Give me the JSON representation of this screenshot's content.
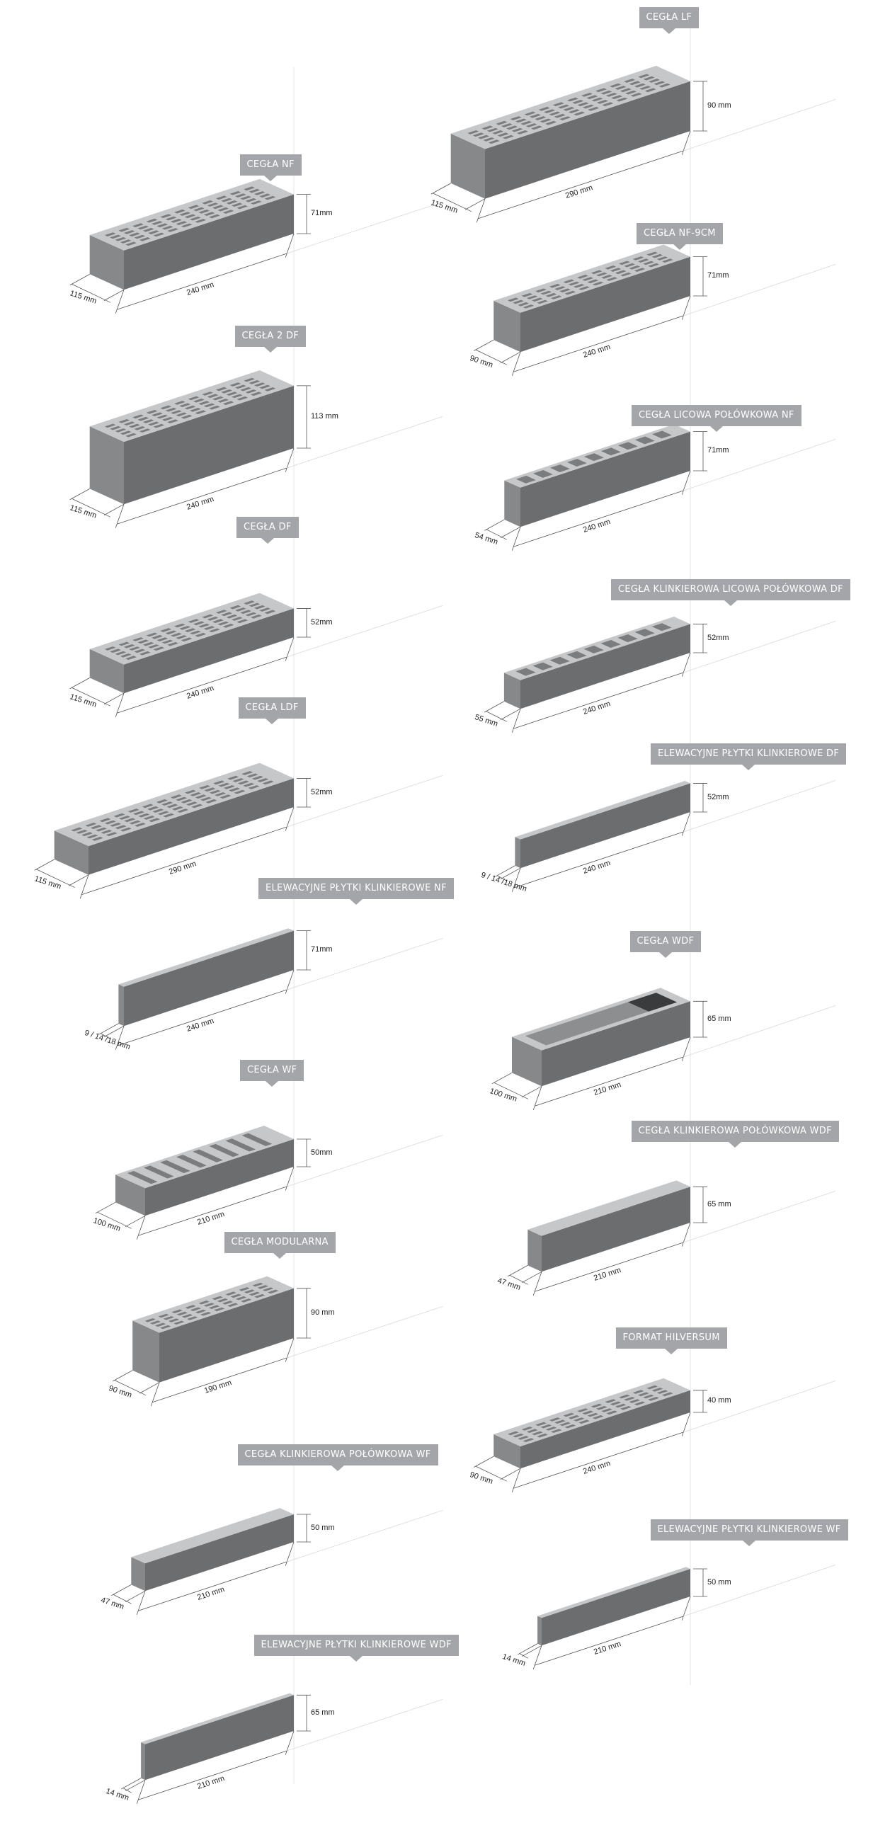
{
  "bricks": [
    {
      "name": "CEGŁA LF",
      "height": "90 mm",
      "width": "115 mm",
      "length": "290 mm",
      "style": "holes"
    },
    {
      "name": "CEGŁA NF",
      "height": "71mm",
      "width": "115 mm",
      "length": "240 mm",
      "style": "holes"
    },
    {
      "name": "CEGŁA NF-9CM",
      "height": "71mm",
      "width": "90 mm",
      "length": "240 mm",
      "style": "holes"
    },
    {
      "name": "CEGŁA 2 DF",
      "height": "113 mm",
      "width": "115 mm",
      "length": "240 mm",
      "style": "holes"
    },
    {
      "name": "CEGŁA LICOWA POŁÓWKOWA NF",
      "height": "71mm",
      "width": "54 mm",
      "length": "240 mm",
      "style": "slots"
    },
    {
      "name": "CEGŁA DF",
      "height": "52mm",
      "width": "115 mm",
      "length": "240 mm",
      "style": "holes"
    },
    {
      "name": "CEGŁA KLINKIEROWA LICOWA POŁÓWKOWA DF",
      "height": "52mm",
      "width": "55 mm",
      "length": "240 mm",
      "style": "slots"
    },
    {
      "name": "CEGŁA LDF",
      "height": "52mm",
      "width": "115 mm",
      "length": "290 mm",
      "style": "holes"
    },
    {
      "name": "ELEWACYJNE PŁYTKI KLINKIEROWE DF",
      "height": "52mm",
      "width": "9 / 14 /18 mm",
      "length": "240 mm",
      "style": "plain"
    },
    {
      "name": "ELEWACYJNE PŁYTKI KLINKIEROWE NF",
      "height": "71mm",
      "width": "9 / 14 /18 mm",
      "length": "240 mm",
      "style": "plain"
    },
    {
      "name": "CEGŁA WDF",
      "height": "65 mm",
      "width": "100 mm",
      "length": "210 mm",
      "style": "tray"
    },
    {
      "name": "CEGŁA WF",
      "height": "50mm",
      "width": "100 mm",
      "length": "210 mm",
      "style": "longslots"
    },
    {
      "name": "CEGŁA KLINKIEROWA POŁÓWKOWA WDF",
      "height": "65 mm",
      "width": "47 mm",
      "length": "210 mm",
      "style": "plain"
    },
    {
      "name": "CEGŁA MODULARNA",
      "height": "90 mm",
      "width": "90 mm",
      "length": "190 mm",
      "style": "holes"
    },
    {
      "name": "FORMAT HILVERSUM",
      "height": "40 mm",
      "width": "90 mm",
      "length": "240 mm",
      "style": "holes"
    },
    {
      "name": "CEGŁA KLINKIEROWA POŁÓWKOWA WF",
      "height": "50 mm",
      "width": "47 mm",
      "length": "210 mm",
      "style": "plain"
    },
    {
      "name": "ELEWACYJNE PŁYTKI KLINKIEROWE WF",
      "height": "50 mm",
      "width": "14 mm",
      "length": "210 mm",
      "style": "plain"
    },
    {
      "name": "ELEWACYJNE PŁYTKI KLINKIEROWE WDF",
      "height": "65 mm",
      "width": "14 mm",
      "length": "210 mm",
      "style": "plain"
    }
  ],
  "colors": {
    "label_bg": "#a3a5a9",
    "front_face": "#6c6d6f",
    "side_face": "#87888a",
    "top_face": "#c6c7c9",
    "hole": "#7b7c7e"
  }
}
